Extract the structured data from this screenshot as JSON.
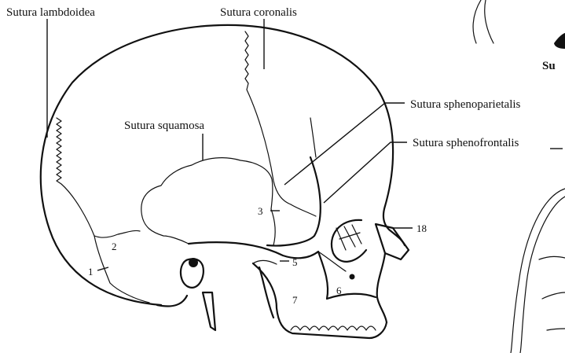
{
  "labels": {
    "sutura_lambdoidea": "Sutura lambdoidea",
    "sutura_coronalis": "Sutura coronalis",
    "sutura_squamosa": "Sutura squamosa",
    "sutura_sphenoparietalis": "Sutura sphenoparietalis",
    "sutura_sphenofrontalis": "Sutura sphenofrontalis",
    "partial_label": "Su"
  },
  "numbers": {
    "n1": "1",
    "n2": "2",
    "n3": "3",
    "n5": "5",
    "n6": "6",
    "n7": "7",
    "n18": "18"
  }
}
